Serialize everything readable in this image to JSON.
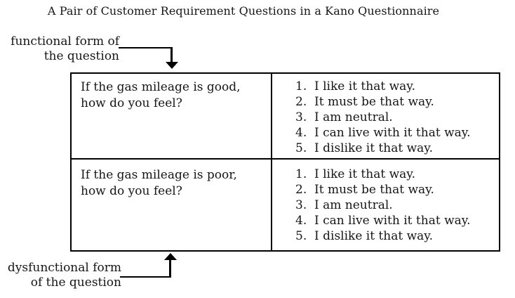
{
  "figure": {
    "title": "A Pair of Customer Requirement Questions in a Kano Questionnaire"
  },
  "labels": {
    "functional": {
      "line1": "functional form of",
      "line2": "the question"
    },
    "dysfunctional": {
      "line1": "dysfunctional form",
      "line2": "of the question"
    }
  },
  "table": {
    "rows": [
      {
        "question_line1": "If the gas mileage is good,",
        "question_line2": "how do you feel?",
        "options": [
          {
            "num": "1.",
            "text": "I like it that way."
          },
          {
            "num": "2.",
            "text": "It must be that way."
          },
          {
            "num": "3.",
            "text": "I am neutral."
          },
          {
            "num": "4.",
            "text": "I can live with it that way."
          },
          {
            "num": "5.",
            "text": "I dislike it that way."
          }
        ]
      },
      {
        "question_line1": "If the gas mileage is poor,",
        "question_line2": "how do you feel?",
        "options": [
          {
            "num": "1.",
            "text": "I like it that way."
          },
          {
            "num": "2.",
            "text": "It must be that way."
          },
          {
            "num": "3.",
            "text": "I am neutral."
          },
          {
            "num": "4.",
            "text": "I can live with it that way."
          },
          {
            "num": "5.",
            "text": "I dislike it that way."
          }
        ]
      }
    ]
  },
  "colors": {
    "ink": "#161616",
    "line": "#000000",
    "background": "#ffffff"
  }
}
